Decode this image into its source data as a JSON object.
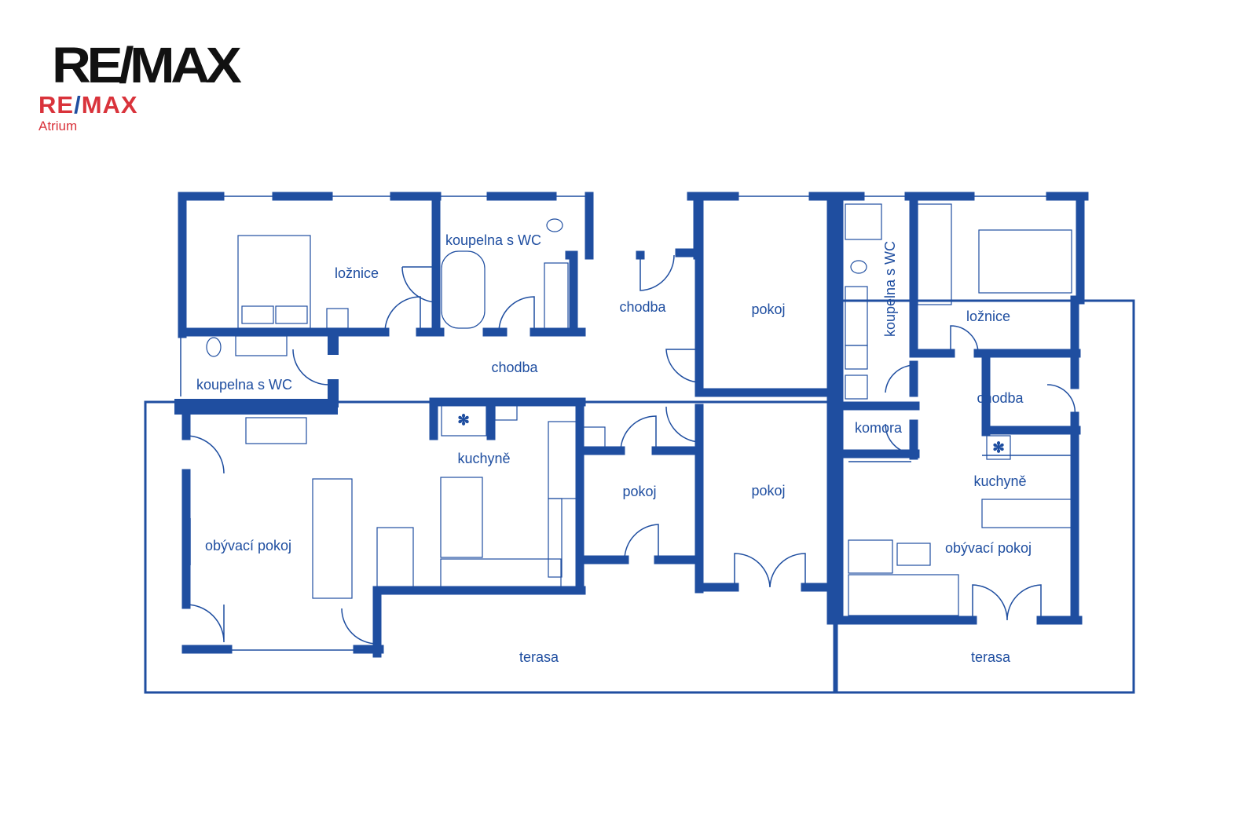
{
  "logo": {
    "brand": "RE/MAX",
    "sub_brand_left": "RE",
    "sub_brand_slash": "/",
    "sub_brand_right": "MAX",
    "office": "Atrium"
  },
  "colors": {
    "wall": "#1f4ea0",
    "brand_red": "#d9333b"
  },
  "rooms": {
    "loznice_1": "ložnice",
    "koupelna_1": "koupelna s WC",
    "chodba_1": "chodba",
    "pokoj_1": "pokoj",
    "koupelna_2": "koupelna s WC",
    "chodba_2": "chodba",
    "kuchyne_1": "kuchyně",
    "pokoj_2": "pokoj",
    "pokoj_3": "pokoj",
    "obyvaci_1": "obývací pokoj",
    "terasa_1": "terasa",
    "koupelna_3": "koupelna s WC",
    "loznice_2": "ložnice",
    "chodba_3": "chodba",
    "komora": "komora",
    "kuchyne_2": "kuchyně",
    "obyvaci_2": "obývací pokoj",
    "terasa_2": "terasa"
  }
}
